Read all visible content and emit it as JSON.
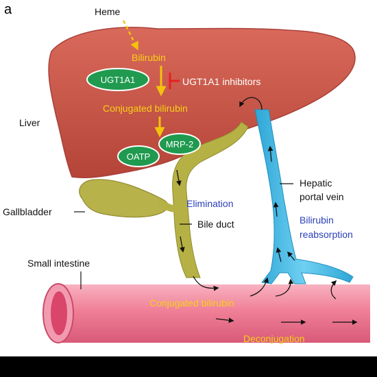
{
  "figure": {
    "panel_letter": "a",
    "heme": "Heme",
    "bilirubin": "Bilirubin",
    "ugt1a1": "UGT1A1",
    "inhibitors": "UGT1A1 inhibitors",
    "conjugated_bilirubin": "Conjugated bilirubin",
    "oatp": "OATP",
    "mrp2": "MRP-2",
    "liver": "Liver",
    "gallbladder": "Gallbladder",
    "elimination": "Elimination",
    "bile_duct": "Bile duct",
    "hepatic_portal_vein_1": "Hepatic",
    "hepatic_portal_vein_2": "portal vein",
    "reabsorption_1": "Bilirubin",
    "reabsorption_2": "reabsorption",
    "small_intestine": "Small intestine",
    "intestine_conjugated": "Conjugated bilirubin",
    "deconjugation": "Deconjugation"
  },
  "colors": {
    "liver": "#c9584a",
    "enzyme": "#1f9a4f",
    "intestine": "#f28aa0",
    "bile": "#b6b145",
    "vein": "#39b6e2",
    "yellow_text": "#f7d117",
    "blue_text": "#2a3fb8",
    "inhibitor": "#e62020"
  }
}
